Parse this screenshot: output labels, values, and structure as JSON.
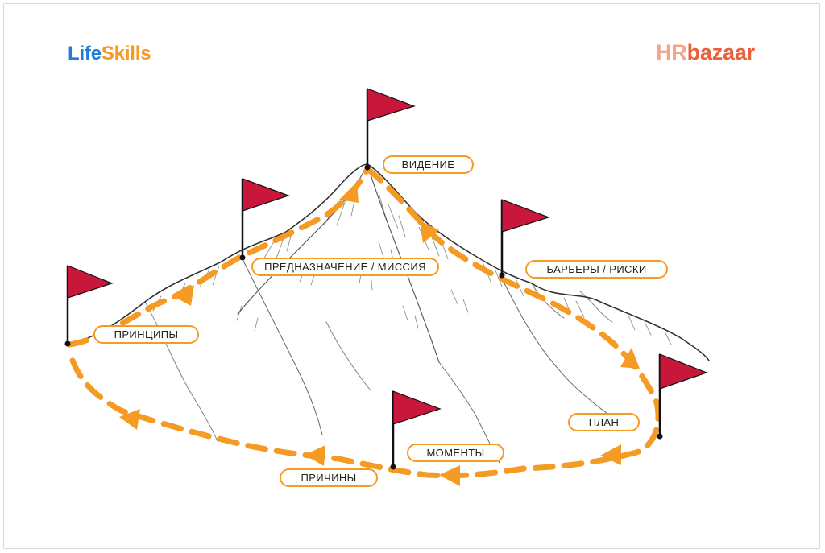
{
  "logos": {
    "lifeskills": {
      "part1": "Life",
      "part2": "Skills"
    },
    "hrbazaar": {
      "part1": "HR",
      "part2": "bazaar"
    }
  },
  "labels": {
    "vision": "ВИДЕНИЕ",
    "purpose": "ПРЕДНАЗНАЧЕНИЕ / МИССИЯ",
    "barriers": "БАРЬЕРЫ / РИСКИ",
    "principles": "ПРИНЦИПЫ",
    "plan": "ПЛАН",
    "moments": "МОМЕНТЫ",
    "reasons": "ПРИЧИНЫ"
  },
  "colors": {
    "route": "#f59a23",
    "flag": "#c8173a",
    "lifeskills_blue": "#1f7fd6",
    "lifeskills_orange": "#f59a23",
    "hrbazaar": "#e8603c",
    "hrbazaar_light": "#f2a58a"
  }
}
